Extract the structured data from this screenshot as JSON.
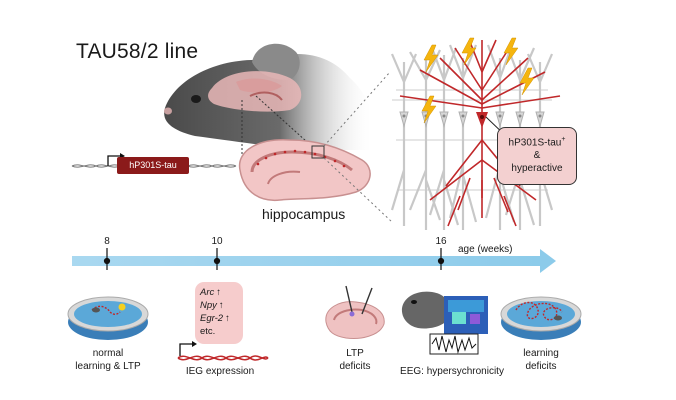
{
  "title": "TAU58/2 line",
  "transgene_label": "hP301S-tau",
  "hippocampus_label": "hippocampus",
  "neuron_box": {
    "line1": "hP301S-tau",
    "superscript": "+",
    "line2": "&",
    "line3": "hyperactive"
  },
  "timeline": {
    "axis_label": "age (weeks)",
    "ticks": [
      {
        "label": "8"
      },
      {
        "label": "10"
      },
      {
        "label": "16"
      }
    ]
  },
  "ieg_genes": [
    {
      "name": "Arc",
      "arrow": "🠕"
    },
    {
      "name": "Npy",
      "arrow": "🠕"
    },
    {
      "name": "Egr-2",
      "arrow": "🠕"
    }
  ],
  "ieg_etc": "etc.",
  "captions": {
    "normal_1": "normal",
    "normal_2": "learning & LTP",
    "ieg": "IEG expression",
    "ltp_1": "LTP",
    "ltp_2": "deficits",
    "eeg": "EEG: hypersychronicity",
    "learn_1": "learning",
    "learn_2": "deficits"
  },
  "colors": {
    "timeline": "#a9d8f0",
    "tau_red": "#c0282a",
    "neuron_gray": "#c8c8c8",
    "lightning": "#f5b50f",
    "pink": "#f3d0d0",
    "dish_blue": "#5ba8d8"
  }
}
